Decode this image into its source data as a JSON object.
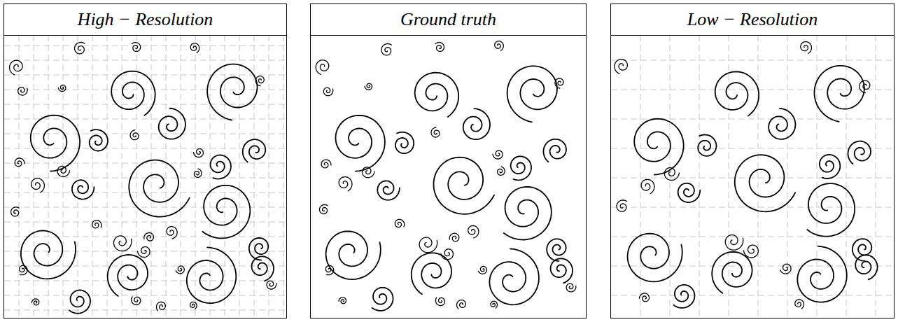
{
  "diagram": {
    "nodes": [
      {
        "text": [
          "High − Resolution"
        ]
      },
      {
        "text": [
          "Ground truth"
        ]
      },
      {
        "text": [
          "Low − Resolution"
        ]
      }
    ]
  }
}
